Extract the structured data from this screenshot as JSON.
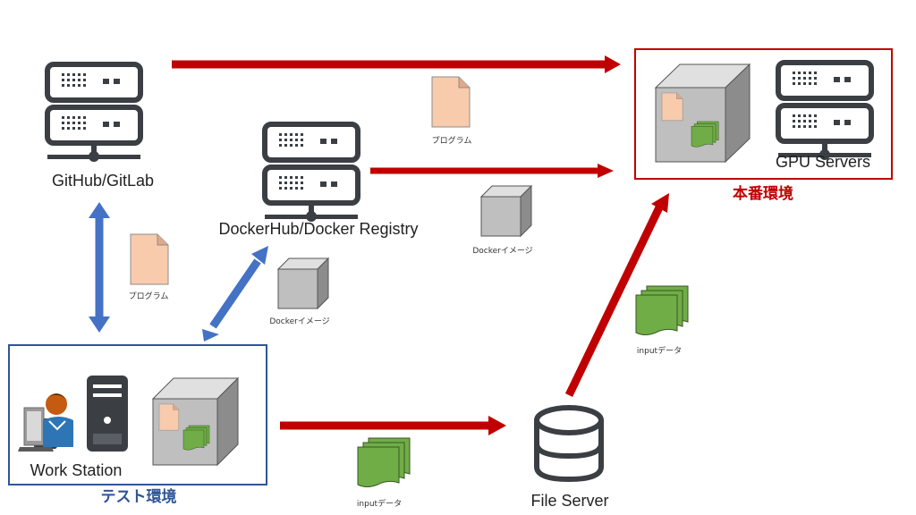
{
  "nodes": {
    "github": "GitHub/GitLab",
    "docker_registry": "DockerHub/Docker Registry",
    "gpu_servers": "GPU Servers",
    "work_station": "Work Station",
    "file_server": "File Server"
  },
  "environments": {
    "production": "本番環境",
    "test": "テスト環境"
  },
  "artifacts": {
    "program_top": "プログラム",
    "program_left": "プログラム",
    "docker_image_mid": "Dockerイメージ",
    "docker_image_right": "Dockerイメージ",
    "input_data_bottom": "inputデータ",
    "input_data_right": "inputデータ"
  },
  "colors": {
    "red_arrow": "#c00000",
    "blue_arrow": "#4472c4",
    "production_box": "#c00000",
    "test_box": "#2f5597",
    "program_doc": "#f8cbad",
    "data_doc": "#70ad47",
    "server_icon": "#3b3f44",
    "cube": "#bfbfbf"
  }
}
